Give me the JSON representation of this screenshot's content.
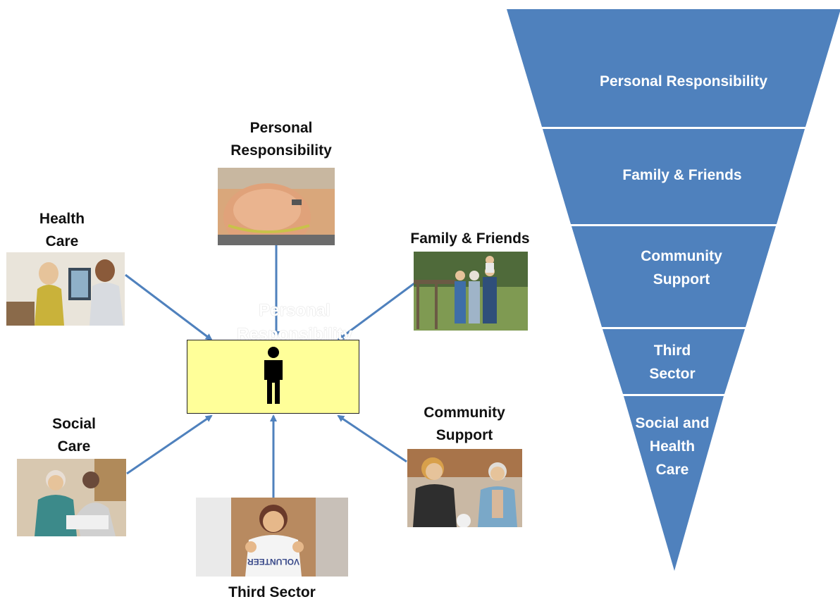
{
  "hub": {
    "ghost_text": "Personal\nResponsibility",
    "person_icon": "person-icon",
    "box_color": "#ffff99"
  },
  "nodes": {
    "personal": {
      "label": "Personal\nResponsibility"
    },
    "family": {
      "label": "Family & Friends"
    },
    "health": {
      "label": "Health\nCare"
    },
    "social": {
      "label": "Social\nCare"
    },
    "community": {
      "label": "Community\nSupport"
    },
    "third": {
      "label": "Third Sector"
    },
    "third_photo_text": "VOLUNTEER"
  },
  "pyramid": {
    "color": "#4f81bd",
    "tiers": [
      {
        "label": "Personal Responsibility"
      },
      {
        "label": "Family & Friends"
      },
      {
        "label": "Community\nSupport"
      },
      {
        "label": "Third\nSector"
      },
      {
        "label": "Social and\nHealth\nCare"
      }
    ]
  },
  "arrow_color": "#4f81bd"
}
